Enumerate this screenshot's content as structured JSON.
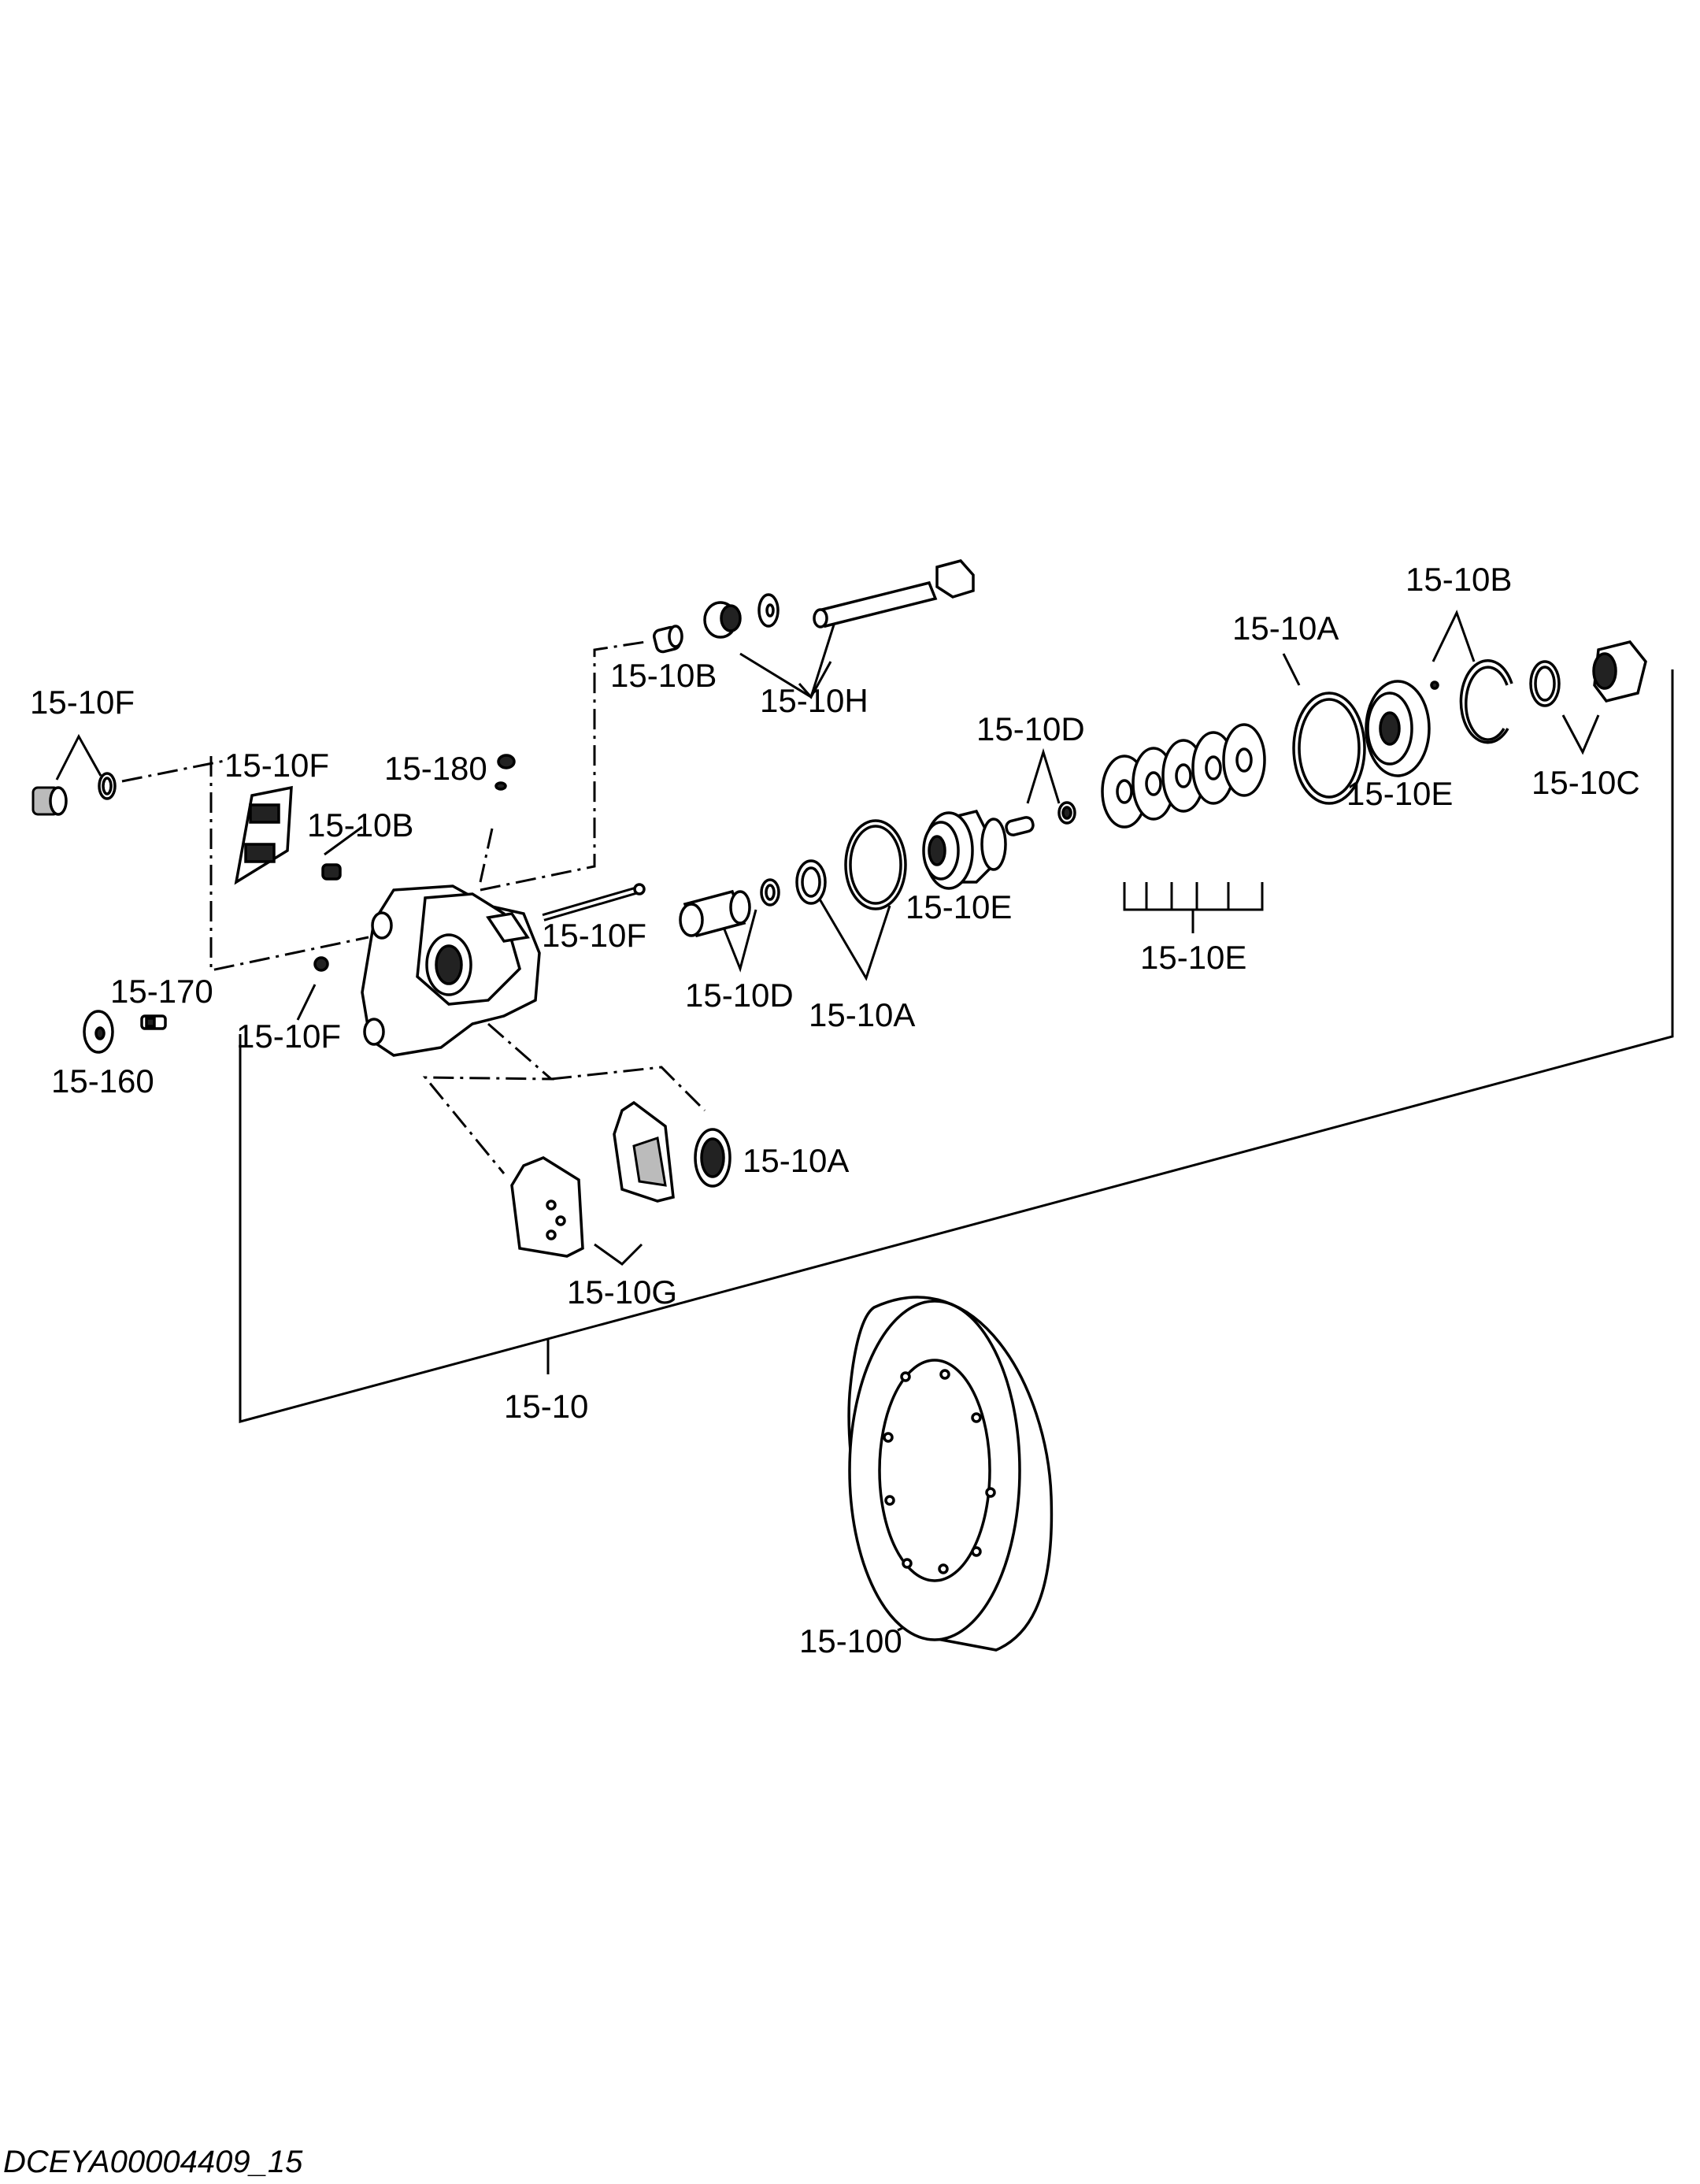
{
  "drawing_id": "DCEYA00004409_15",
  "callouts": {
    "c_10f_top": "15-10F",
    "c_10f_plate": "15-10F",
    "c_10f_pin": "15-10F",
    "c_10f_left": "15-10F",
    "c_10b_bleed": "15-10B",
    "c_10b_top": "15-10B",
    "c_10b_right": "15-10B",
    "c_10h": "15-10H",
    "c_180": "15-180",
    "c_170": "15-170",
    "c_160": "15-160",
    "c_10d_mid": "15-10D",
    "c_10d_top": "15-10D",
    "c_10a_mid": "15-10A",
    "c_10a_top": "15-10A",
    "c_10a_seal": "15-10A",
    "c_10e_piston": "15-10E",
    "c_10e_stack": "15-10E",
    "c_10e_right": "15-10E",
    "c_10c": "15-10C",
    "c_10g": "15-10G",
    "c_10": "15-10",
    "c_100": "15-100"
  }
}
